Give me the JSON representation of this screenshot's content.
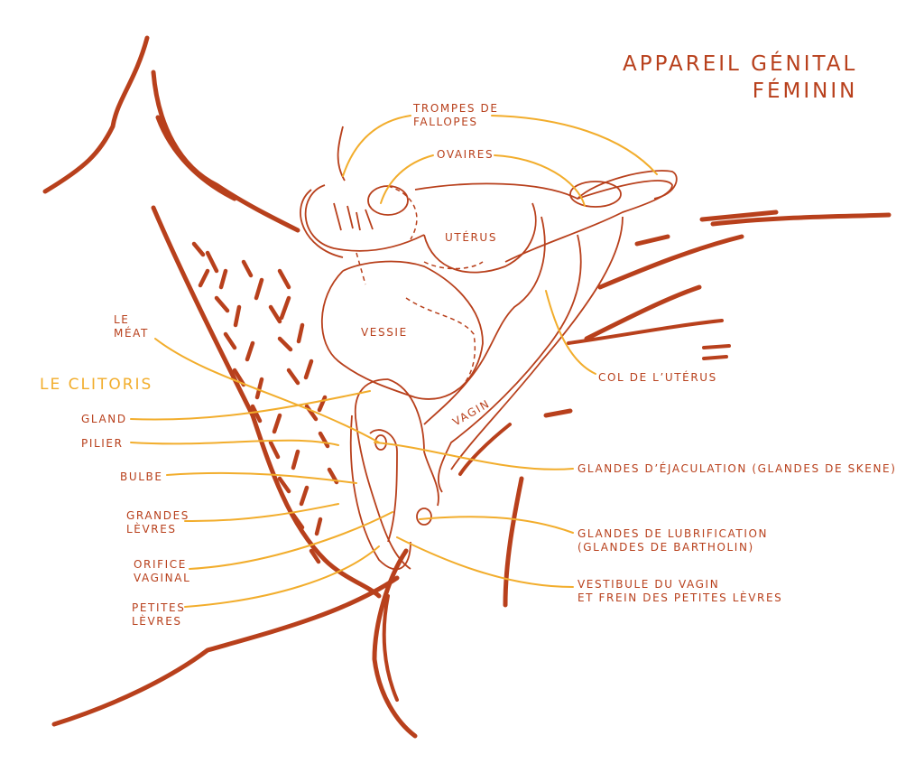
{
  "title": {
    "line1": "APPAREIL GÉNITAL",
    "line2": "FÉMININ"
  },
  "labels": {
    "trompes": {
      "line1": "TROMPES DE",
      "line2": "FALLOPES"
    },
    "ovaires": "OVAIRES",
    "uterus": "UTÉRUS",
    "vessie": "VESSIE",
    "vagin": "VAGIN",
    "col": "COL DE L’UTÉRUS",
    "meat": {
      "line1": "LE",
      "line2": "MÉAT"
    },
    "clitoris_heading": "LE CLITORIS",
    "gland": "GLAND",
    "pilier": "PILIER",
    "bulbe": "BULBE",
    "grandes_levres": {
      "line1": "GRANDES",
      "line2": "LÈVRES"
    },
    "orifice": {
      "line1": "ORIFICE",
      "line2": "VAGINAL"
    },
    "petites_levres": {
      "line1": "PETITES",
      "line2": "LÈVRES"
    },
    "skene": "GLANDES D’ÉJACULATION (GLANDES DE SKENE)",
    "bartholin": {
      "line1": "GLANDES DE LUBRIFICATION",
      "line2": "(GLANDES DE BARTHOLIN)"
    },
    "vestibule": {
      "line1": "VESTIBULE DU VAGIN",
      "line2": "ET FREIN DES PETITES LÈVRES"
    }
  },
  "colors": {
    "ink": "#b8401c",
    "leader": "#f2ad2c"
  }
}
